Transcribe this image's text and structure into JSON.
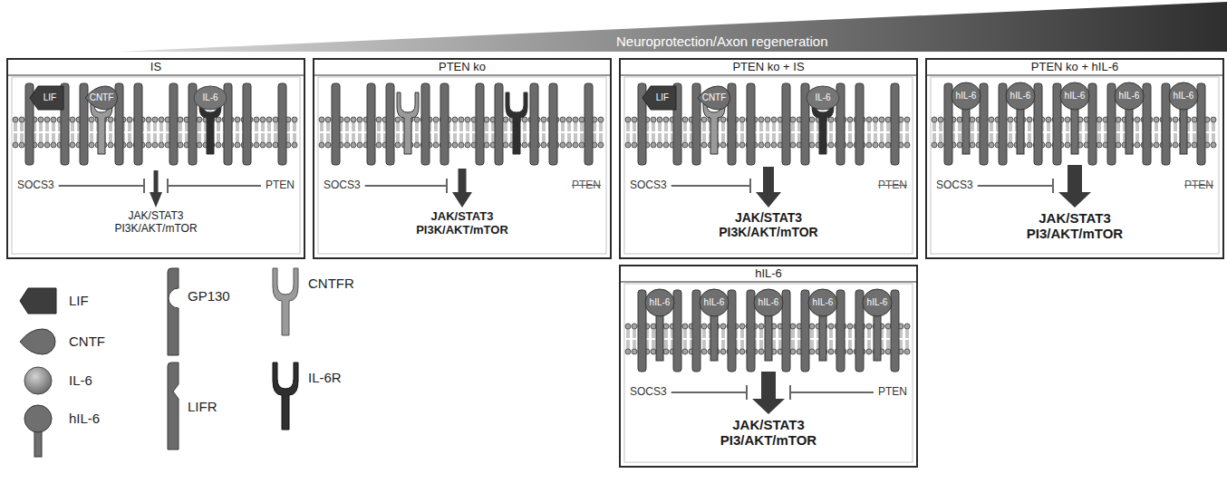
{
  "diagram": {
    "nodes": [
      {
        "text": [
          "Neuroprotection/Axon regeneration"
        ]
      },
      {
        "text": [
          "IS",
          "SOCS3",
          "PTEN",
          "JAK/STAT3 PI3K/AKT/mTOR"
        ]
      },
      {
        "text": [
          "LIF"
        ],
        "in": 1
      },
      {
        "text": [
          "CNTF"
        ],
        "in": 1
      },
      {
        "text": [
          "IL-6"
        ],
        "in": 1
      },
      {
        "text": [
          "PTEN ko",
          "SOCS3",
          "PTEN",
          "JAK/STAT3 PI3K/AKT/mTOR"
        ]
      },
      {
        "text": [
          "PTEN ko + IS",
          "SOCS3",
          "PTEN",
          "JAK/STAT3 PI3K/AKT/mTOR"
        ]
      },
      {
        "text": [
          "LIF"
        ],
        "in": 6
      },
      {
        "text": [
          "CNTF"
        ],
        "in": 6
      },
      {
        "text": [
          "IL-6"
        ],
        "in": 6
      },
      {
        "text": [
          "PTEN ko + hIL-6",
          "SOCS3",
          "PTEN",
          "JAK/STAT3 PI3/AKT/mTOR"
        ]
      },
      {
        "text": [
          "hIL-6"
        ],
        "in": 10
      },
      {
        "text": [
          "hIL-6"
        ],
        "in": 10
      },
      {
        "text": [
          "hIL-6"
        ],
        "in": 10
      },
      {
        "text": [
          "hIL-6"
        ],
        "in": 10
      },
      {
        "text": [
          "hIL-6"
        ],
        "in": 10
      },
      {
        "text": [
          "hIL-6",
          "SOCS3",
          "PTEN",
          "JAK/STAT3 PI3/AKT/mTOR"
        ]
      },
      {
        "text": [
          "hIL-6"
        ],
        "in": 16
      },
      {
        "text": [
          "hIL-6"
        ],
        "in": 16
      },
      {
        "text": [
          "hIL-6"
        ],
        "in": 16
      },
      {
        "text": [
          "hIL-6"
        ],
        "in": 16
      },
      {
        "text": [
          "hIL-6"
        ],
        "in": 16
      }
    ],
    "legend": [
      {
        "text": "LIF"
      },
      {
        "text": "CNTF"
      },
      {
        "text": "IL-6"
      },
      {
        "text": "hIL-6"
      },
      {
        "text": "GP130"
      },
      {
        "text": "LIFR"
      },
      {
        "text": "CNTFR"
      },
      {
        "text": "IL-6R"
      }
    ]
  }
}
